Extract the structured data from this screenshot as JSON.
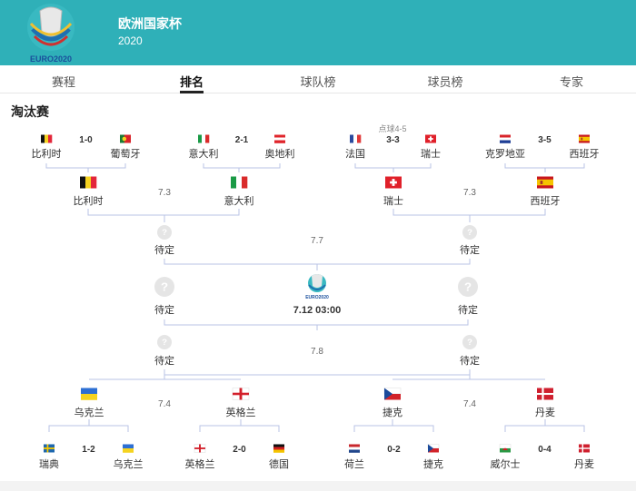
{
  "header": {
    "title": "欧洲国家杯",
    "year": "2020",
    "logo_text": "EURO2020"
  },
  "tabs": [
    {
      "label": "赛程"
    },
    {
      "label": "排名"
    },
    {
      "label": "球队榜"
    },
    {
      "label": "球员榜"
    },
    {
      "label": "专家"
    }
  ],
  "section_title": "淘汰赛",
  "pending": "待定",
  "final_time": "7.12 03:00",
  "qf_date_left": "7.3",
  "qf_date_right": "7.3",
  "qf_date_left_b": "7.4",
  "qf_date_right_b": "7.4",
  "sf_top_date": "7.7",
  "sf_bottom_date": "7.8",
  "penalty_note": "点球4-5",
  "top_matches": [
    {
      "home": "比利时",
      "away": "葡萄牙",
      "score": "1-0",
      "home_flag": "belgium-flag",
      "away_flag": "portugal-flag"
    },
    {
      "home": "意大利",
      "away": "奥地利",
      "score": "2-1",
      "home_flag": "italy-flag",
      "away_flag": "austria-flag"
    },
    {
      "home": "法国",
      "away": "瑞士",
      "score": "3-3",
      "home_flag": "france-flag",
      "away_flag": "switzerland-flag"
    },
    {
      "home": "克罗地亚",
      "away": "西班牙",
      "score": "3-5",
      "home_flag": "croatia-flag",
      "away_flag": "spain-flag"
    }
  ],
  "top_qf": [
    {
      "name": "比利时",
      "flag": "belgium-flag"
    },
    {
      "name": "意大利",
      "flag": "italy-flag"
    },
    {
      "name": "瑞士",
      "flag": "switzerland-flag"
    },
    {
      "name": "西班牙",
      "flag": "spain-flag"
    }
  ],
  "bottom_qf": [
    {
      "name": "乌克兰",
      "flag": "ukraine-flag"
    },
    {
      "name": "英格兰",
      "flag": "england-flag"
    },
    {
      "name": "捷克",
      "flag": "czech-flag"
    },
    {
      "name": "丹麦",
      "flag": "denmark-flag"
    }
  ],
  "bottom_matches": [
    {
      "home": "瑞典",
      "away": "乌克兰",
      "score": "1-2",
      "home_flag": "sweden-flag",
      "away_flag": "ukraine-flag"
    },
    {
      "home": "英格兰",
      "away": "德国",
      "score": "2-0",
      "home_flag": "england-flag",
      "away_flag": "germany-flag"
    },
    {
      "home": "荷兰",
      "away": "捷克",
      "score": "0-2",
      "home_flag": "netherlands-flag",
      "away_flag": "czech-flag"
    },
    {
      "home": "威尔士",
      "away": "丹麦",
      "score": "0-4",
      "home_flag": "wales-flag",
      "away_flag": "denmark-flag"
    }
  ]
}
